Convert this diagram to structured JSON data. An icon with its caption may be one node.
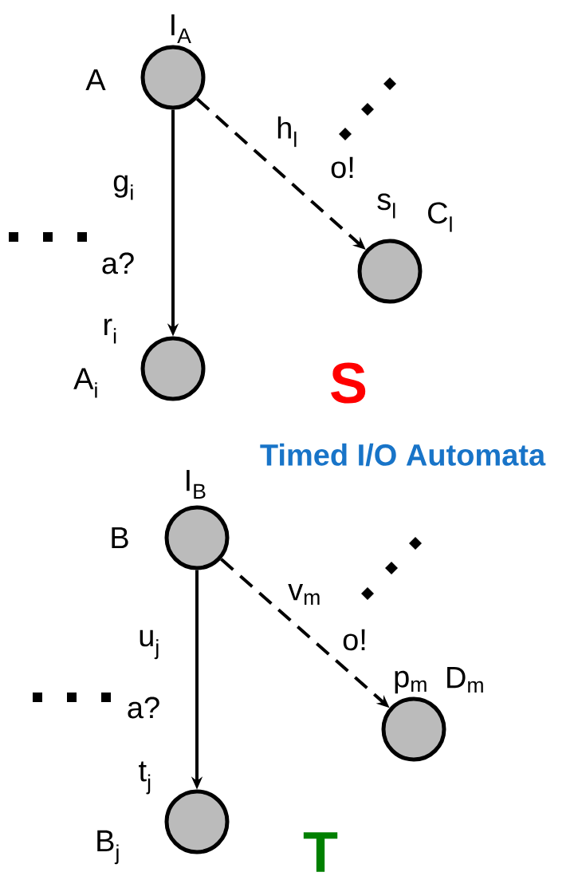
{
  "diagram": {
    "nodes": [
      {
        "text": [],
        "shape": "circle",
        "beside": [
          "A",
          "I$_{A}$"
        ]
      },
      {
        "text": [],
        "shape": "circle",
        "beside": [
          "A$_{i}$"
        ]
      },
      {
        "text": [],
        "shape": "circle",
        "beside": [
          "C$_{l}$"
        ]
      },
      {
        "text": [],
        "shape": "circle",
        "beside": [
          "B",
          "I$_{B}$"
        ]
      },
      {
        "text": [],
        "shape": "circle",
        "beside": [
          "B$_{j}$"
        ]
      },
      {
        "text": [],
        "shape": "circle",
        "beside": [
          "D$_{m}$"
        ]
      }
    ],
    "edges": [
      {
        "from": 0,
        "to": 1,
        "arrow": "to"
      },
      {
        "from": 0,
        "to": 2,
        "arrow": "to",
        "style": "dashed"
      },
      {
        "from": 3,
        "to": 4,
        "arrow": "to"
      },
      {
        "from": 3,
        "to": 5,
        "arrow": "to",
        "style": "dashed"
      }
    ],
    "labels": [
      "h$_{l}$",
      "g$_{i}$",
      "o!",
      "s$_{l}$",
      "a?",
      "r$_{i}$",
      "S",
      "Timed I/O Automata",
      "v$_{m}$",
      "u$_{j}$",
      "o!",
      "p$_{m}$",
      "a?",
      "t$_{j}$",
      "T"
    ]
  }
}
